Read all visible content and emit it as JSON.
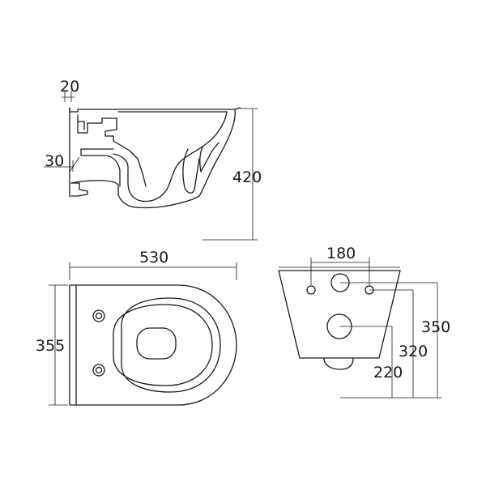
{
  "dimensions": {
    "side_top_offset": "20",
    "side_outlet_offset": "30",
    "side_height": "420",
    "top_length": "530",
    "top_width": "355",
    "rear_bolt_spacing": "180",
    "rear_bolt_height": "350",
    "rear_inlet_height": "320",
    "rear_outlet_height": "220"
  }
}
